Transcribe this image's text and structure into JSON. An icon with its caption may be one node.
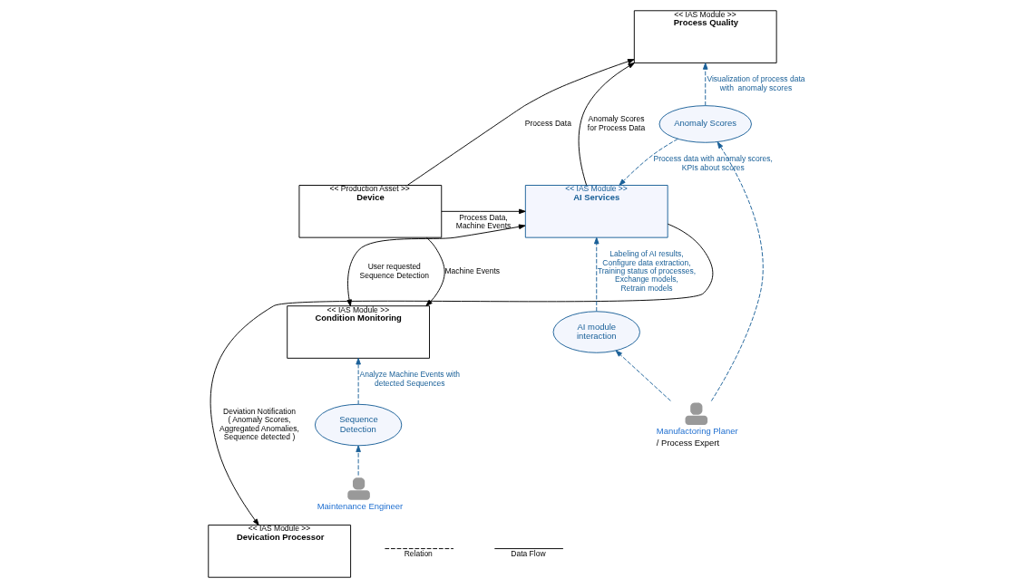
{
  "diagram": {
    "nodes": [
      {
        "text": [
          "<< IAS Module >>",
          "Process Quality"
        ]
      },
      {
        "text": [
          "Anomaly Scores"
        ]
      },
      {
        "text": [],
        "shape": "person",
        "beside": [
          "Manufactoring Planer",
          "/ Process Expert"
        ]
      },
      {
        "text": [
          "<< Production Asset >>",
          "Device"
        ]
      },
      {
        "text": [
          "<< IAS Module >>",
          "AI Services"
        ]
      },
      {
        "text": [
          "AI module interaction"
        ]
      },
      {
        "text": [
          "<< IAS Module >>",
          "Condition Monitoring"
        ]
      },
      {
        "text": [
          "Sequence Detection"
        ]
      },
      {
        "text": [],
        "shape": "person",
        "beside": [
          "Maintenance Engineer"
        ]
      },
      {
        "text": [
          "<< IAS Module >>",
          "Devication Processor"
        ]
      }
    ],
    "edges": [
      {
        "from": 3,
        "to": 0,
        "arrow": "to",
        "label": "Process Data",
        "color": "#000000"
      },
      {
        "from": 3,
        "to": 4,
        "arrow": "to",
        "label": "Process Data, Machine Events",
        "color": "#000000"
      },
      {
        "from": 3,
        "to": 6,
        "arrow": "to",
        "label": "Machine Events",
        "color": "#000000"
      },
      {
        "from": 4,
        "to": 0,
        "arrow": "to",
        "label": "Anomaly Scores for Process Data",
        "color": "#000000"
      },
      {
        "from": 6,
        "to": 4,
        "arrow": "both",
        "label": "User requested Sequence Detection",
        "color": "#000000"
      },
      {
        "from": 4,
        "to": 9,
        "arrow": "to",
        "label": "Deviation Notification ( Anomaly Scores, Aggregated Anomalies, Sequence detected )",
        "color": "#000000"
      },
      {
        "from": 1,
        "to": 0,
        "arrow": "to",
        "label": "Visualization of process data with  anomaly scores",
        "style": "dashed"
      },
      {
        "from": 1,
        "to": 4,
        "arrow": "to",
        "label": "Process data with anomaly scores, KPIs about scores",
        "style": "dashed"
      },
      {
        "from": 2,
        "to": 1,
        "arrow": "to",
        "style": "dashed"
      },
      {
        "from": 2,
        "to": 5,
        "arrow": "to",
        "style": "dashed"
      },
      {
        "from": 5,
        "to": 4,
        "arrow": "to",
        "label": "Labeling of AI results, Configure data extraction, Training status of processes, Exchange models, Retrain models",
        "style": "dashed"
      },
      {
        "from": 7,
        "to": 6,
        "arrow": "to",
        "label": "Analyze Machine Events with detected Sequences",
        "style": "dashed"
      },
      {
        "from": 8,
        "to": 7,
        "arrow": "to",
        "style": "dashed"
      }
    ],
    "legend": [
      {
        "text": "Relation"
      },
      {
        "text": "Data Flow"
      }
    ]
  }
}
